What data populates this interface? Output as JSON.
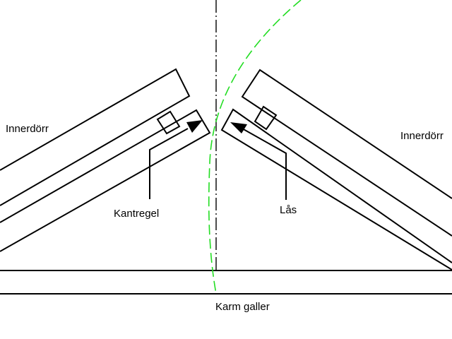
{
  "labels": {
    "inner_door_left": "Innerdörr",
    "inner_door_right": "Innerdörr",
    "edge_strip": "Kantregel",
    "lock": "Lås",
    "frame_grille": "Karm galler"
  },
  "colors": {
    "line": "#000000",
    "swing_arc": "#22dd22",
    "background": "#ffffff"
  }
}
